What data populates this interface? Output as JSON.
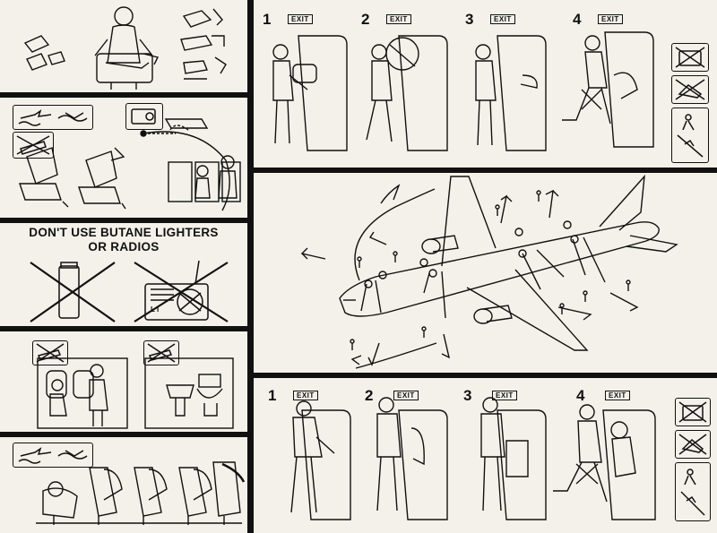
{
  "left_column": {
    "warning": {
      "line1": "DON'T USE BUTANE LIGHTERS",
      "line2": "OR RADIOS"
    },
    "radio_label": "L I"
  },
  "exit_sign_text": "EXIT",
  "top_steps": [
    {
      "number": "1",
      "exit": "EXIT"
    },
    {
      "number": "2",
      "exit": "EXIT"
    },
    {
      "number": "3",
      "exit": "EXIT"
    },
    {
      "number": "4",
      "exit": "EXIT"
    }
  ],
  "bottom_steps": [
    {
      "number": "1",
      "exit": "EXIT"
    },
    {
      "number": "2",
      "exit": "EXIT"
    },
    {
      "number": "3",
      "exit": "EXIT"
    },
    {
      "number": "4",
      "exit": "EXIT"
    }
  ],
  "icons": {
    "no_baggage": "no-baggage-icon",
    "no_shoes": "no-high-heels-icon",
    "slide_jump": "slide-jump-icon",
    "ditching": "water-landing-icon",
    "no_smoking": "no-smoking-icon",
    "no_lavatory_smoking": "no-lavatory-smoking-icon",
    "no_electronics": "no-electronics-icon"
  }
}
